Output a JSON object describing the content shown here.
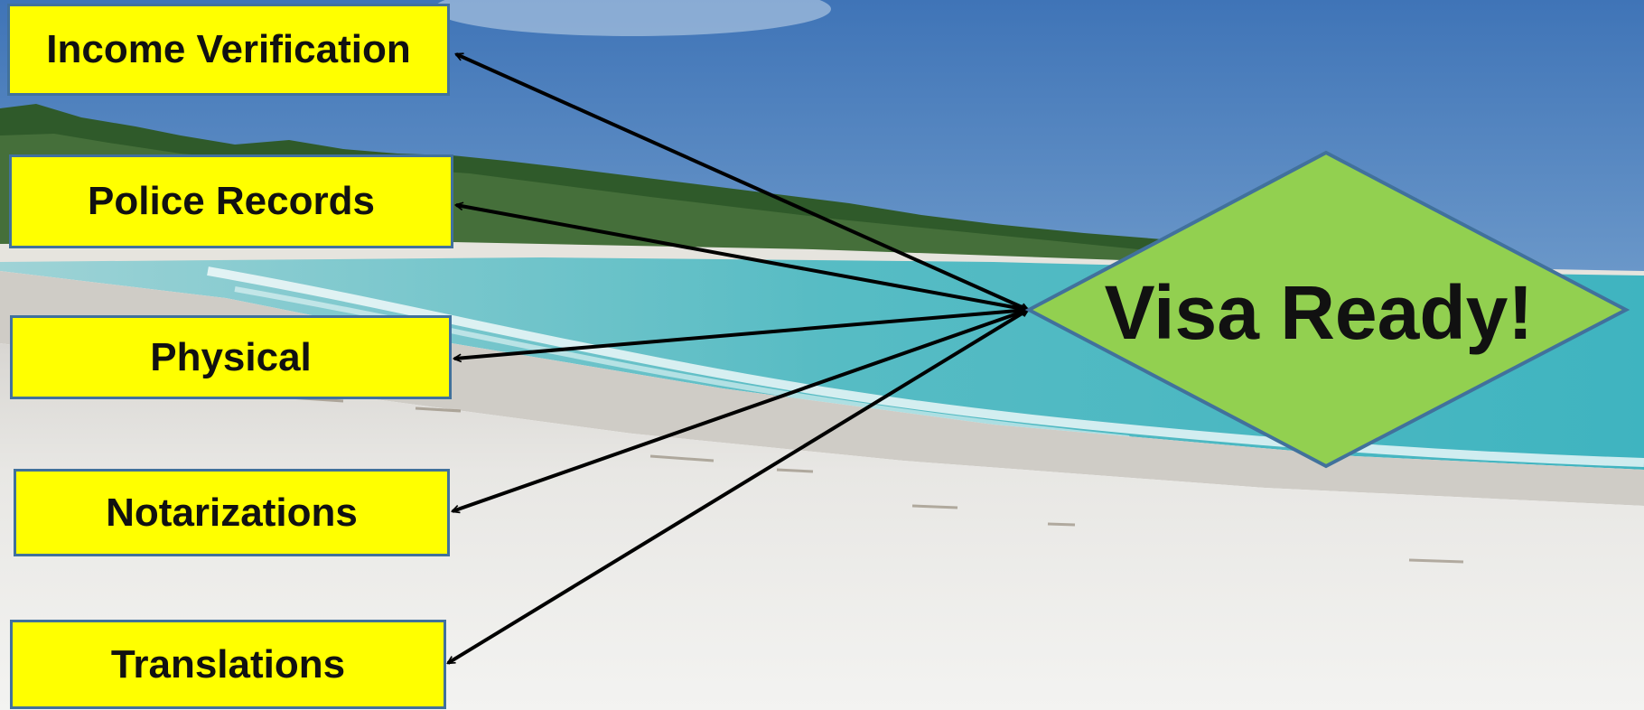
{
  "diagram": {
    "sources": [
      {
        "label": "Income Verification"
      },
      {
        "label": "Police Records"
      },
      {
        "label": "Physical"
      },
      {
        "label": "Notarizations"
      },
      {
        "label": "Translations"
      }
    ],
    "target": {
      "label": "Visa Ready!"
    },
    "colors": {
      "box_fill": "#ffff00",
      "box_border": "#41719c",
      "diamond_fill": "#92d050",
      "diamond_border": "#41719c",
      "arrow": "#000000"
    }
  }
}
